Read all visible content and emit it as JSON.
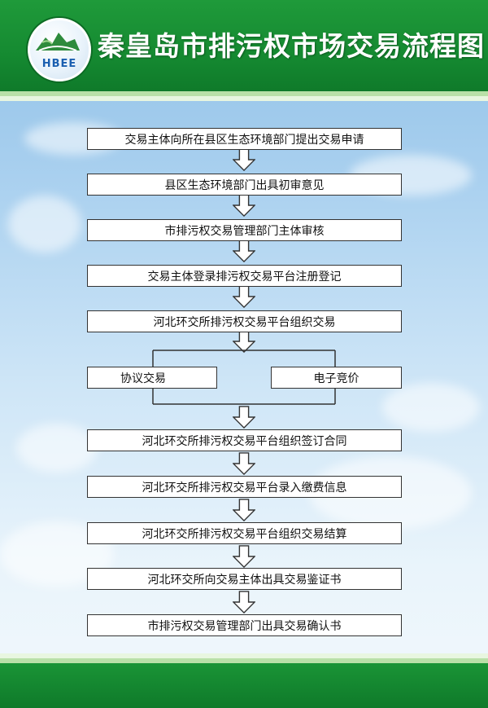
{
  "header": {
    "title": "秦皇岛市排污权市场交易流程图",
    "logo": {
      "text": "HBEE",
      "icon": "hbee-logo-icon"
    }
  },
  "colors": {
    "header_green": "#158a31",
    "stripe_light": "#b9e0a8",
    "sky_blue": "#a9d0ef",
    "box_border": "#333333",
    "arrow_fill": "#ffffff"
  },
  "flow": {
    "steps_top": [
      "交易主体向所在县区生态环境部门提出交易申请",
      "县区生态环境部门出具初审意见",
      "市排污权交易管理部门主体审核",
      "交易主体登录排污权交易平台注册登记",
      "河北环交所排污权交易平台组织交易"
    ],
    "branch": {
      "left": "协议交易",
      "right": "电子竞价"
    },
    "steps_bottom": [
      "河北环交所排污权交易平台组织签订合同",
      "河北环交所排污权交易平台录入缴费信息",
      "河北环交所排污权交易平台组织交易结算",
      "河北环交所向交易主体出具交易鉴证书",
      "市排污权交易管理部门出具交易确认书"
    ]
  }
}
